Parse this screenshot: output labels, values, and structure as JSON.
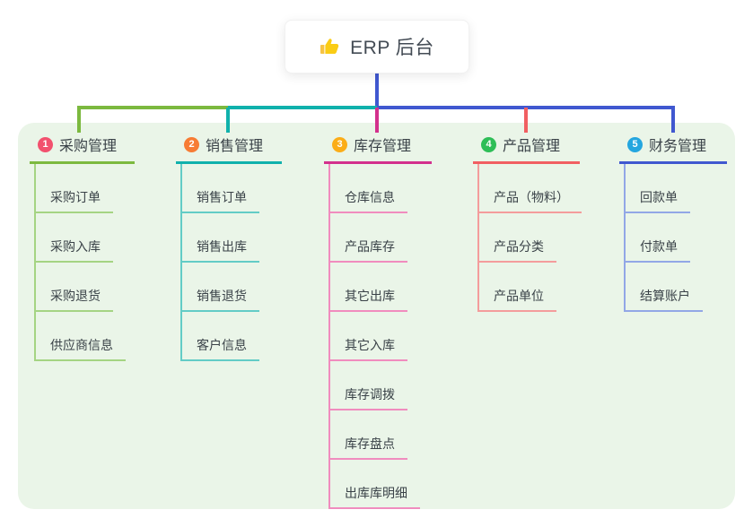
{
  "root": {
    "title": "ERP 后台",
    "icon": "thumbs-up-icon"
  },
  "connector_color": "#4058D0",
  "canvas": {
    "background": "#FFFFFF",
    "panel_background": "#EAF5E8"
  },
  "branches": [
    {
      "num": "1",
      "label": "采购管理",
      "color": "#7CB93F",
      "light_color": "#A5D483",
      "badge_color": "#F2516E",
      "children": [
        "采购订单",
        "采购入库",
        "采购退货",
        "供应商信息"
      ]
    },
    {
      "num": "2",
      "label": "销售管理",
      "color": "#10B1AC",
      "light_color": "#63CCC6",
      "badge_color": "#F77C34",
      "children": [
        "销售订单",
        "销售出库",
        "销售退货",
        "客户信息"
      ]
    },
    {
      "num": "3",
      "label": "库存管理",
      "color": "#D3308D",
      "light_color": "#F08CBE",
      "badge_color": "#FBAD18",
      "children": [
        "仓库信息",
        "产品库存",
        "其它出库",
        "其它入库",
        "库存调拨",
        "库存盘点",
        "出库库明细"
      ]
    },
    {
      "num": "4",
      "label": "产品管理",
      "color": "#F15F62",
      "light_color": "#F49C9C",
      "badge_color": "#2EBE57",
      "children": [
        "产品（物料）",
        "产品分类",
        "产品单位"
      ]
    },
    {
      "num": "5",
      "label": "财务管理",
      "color": "#4058D0",
      "light_color": "#92A7E6",
      "badge_color": "#24A6DF",
      "children": [
        "回款单",
        "付款单",
        "结算账户"
      ]
    }
  ]
}
